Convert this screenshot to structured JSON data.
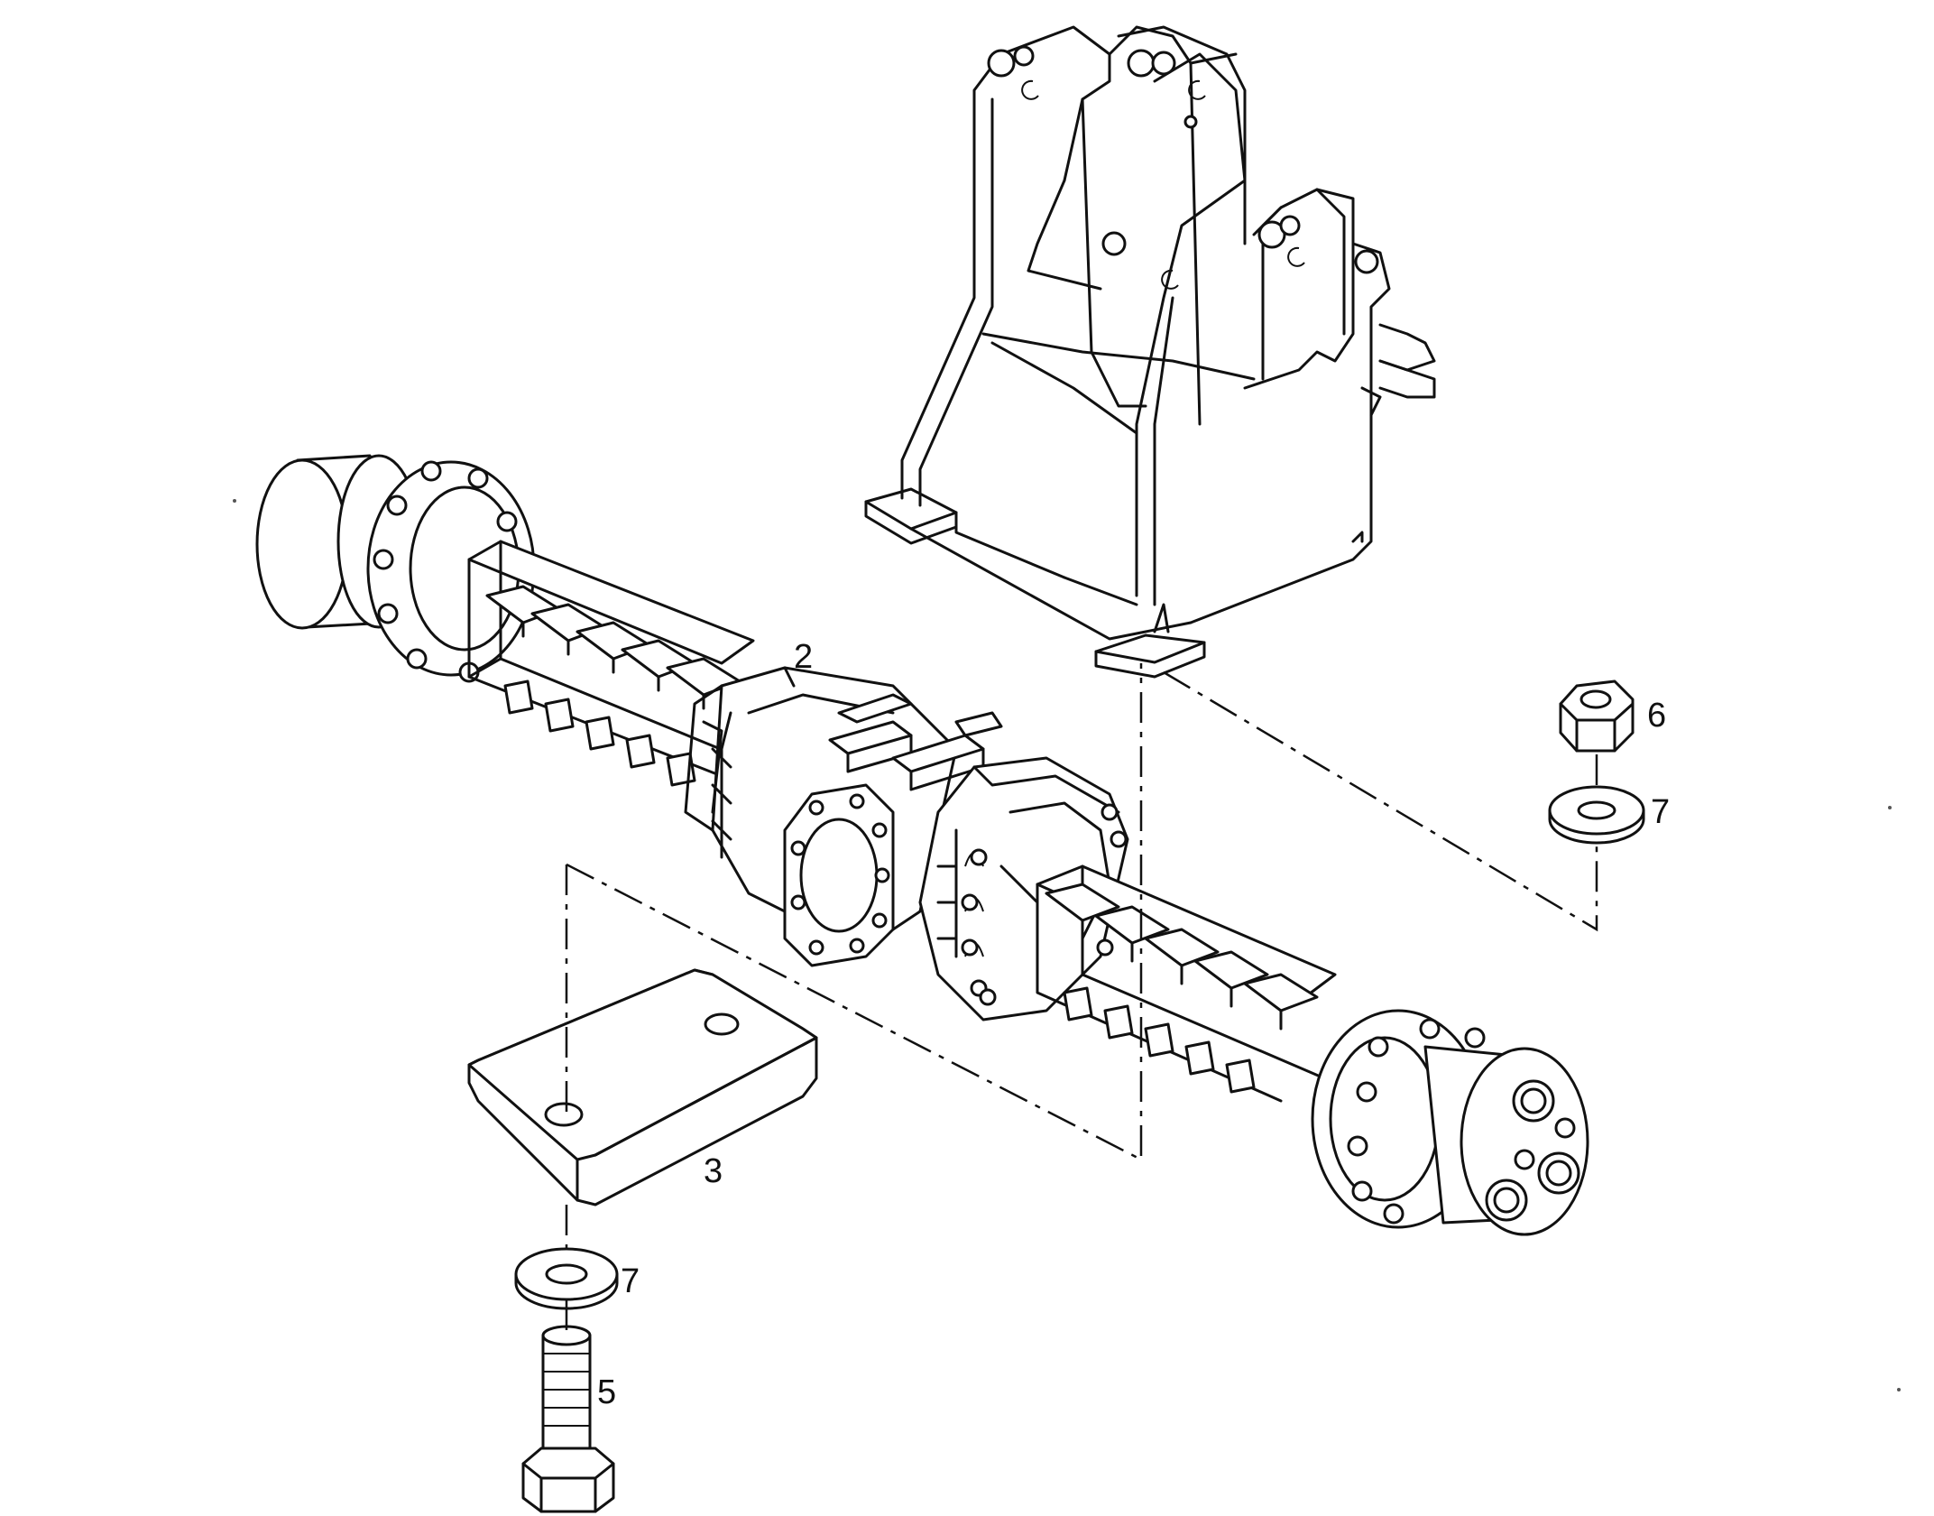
{
  "callouts": {
    "axle": "2",
    "spacer_plate": "3",
    "bolt": "5",
    "nut": "6",
    "washer_top": "7",
    "washer_bottom": "7"
  },
  "icons": {
    "frame": "front-frame-bracket-icon",
    "axle": "drive-axle-icon",
    "plate": "spacer-plate-icon",
    "washer": "washer-icon",
    "nut": "hex-nut-icon",
    "bolt": "hex-bolt-icon"
  },
  "colors": {
    "line": "#111111",
    "background": "#ffffff"
  }
}
